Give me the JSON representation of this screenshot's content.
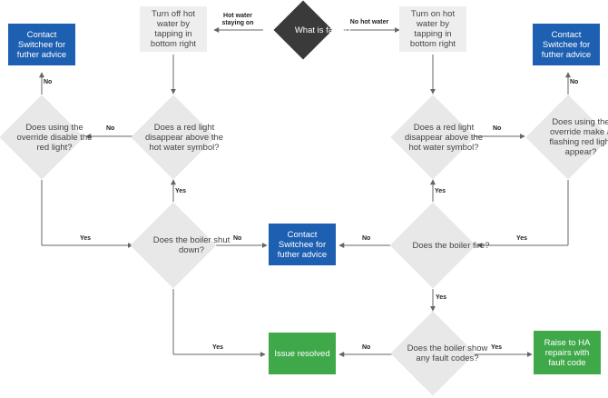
{
  "nodes": {
    "start": "What is faulty?",
    "turn_off_hot_water": "Turn off hot water by tapping in bottom right",
    "turn_on_hot_water": "Turn on hot water by tapping in bottom right",
    "contact_switchee_left": "Contact Switchee for futher advice",
    "contact_switchee_right": "Contact Switchee for futher advice",
    "contact_switchee_center": "Contact Switchee for futher advice",
    "override_disable_red_light": "Does using the override disable the red light?",
    "red_light_disappear_left": "Does a red light disappear above the hot water symbol?",
    "red_light_disappear_right": "Does a red light disappear above the hot water symbol?",
    "override_flashing_red_light": "Does using the override make a flashing red light appear?",
    "boiler_shut_down": "Does the boiler shut down?",
    "boiler_fire": "Does the boiler fire?",
    "fault_codes": "Does the boiler show any fault codes?",
    "issue_resolved": "Issue resolved",
    "raise_to_ha": "Raise to HA repairs with fault code"
  },
  "edge_labels": {
    "hot_water_staying_on": "Hot water staying on",
    "no_hot_water": "No hot water",
    "no": "No",
    "yes": "Yes"
  },
  "colors": {
    "process_box": "#eeeeee",
    "decision": "#e8e8e8",
    "start_decision": "#3a3a3a",
    "contact_box": "#1d5fb0",
    "success_box": "#3fa94a",
    "connector": "#666666"
  }
}
